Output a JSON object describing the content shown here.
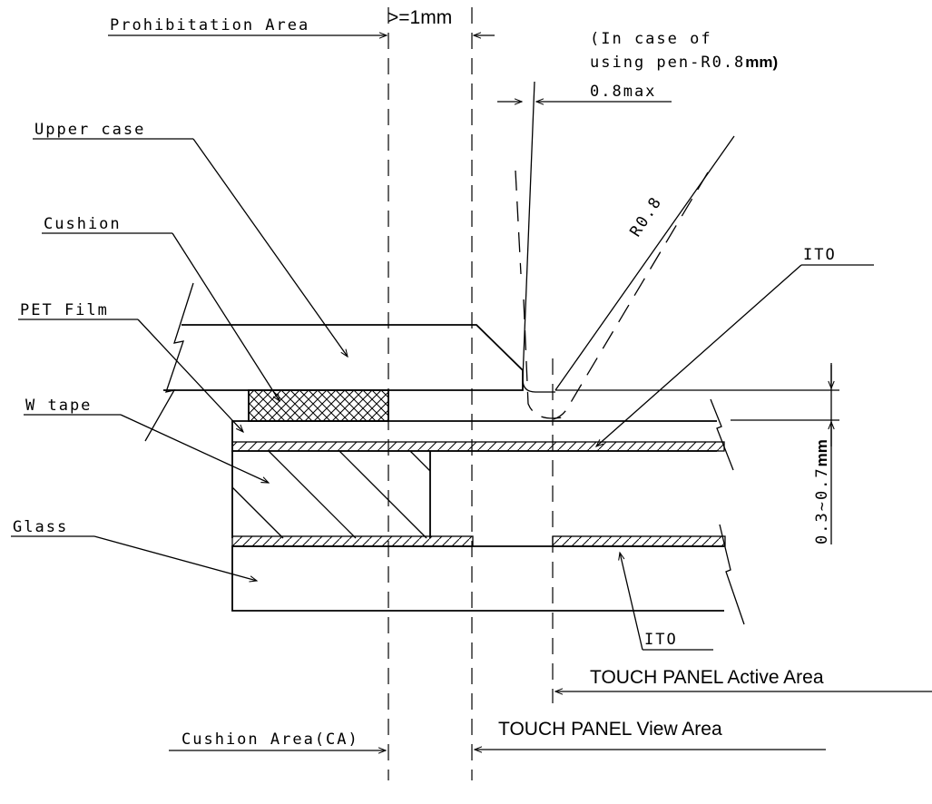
{
  "labels": {
    "prohibitation_area": "Prohibitation Area",
    "min_gap": ">=1mm",
    "pen_note_line1": "(In case of",
    "pen_note_line2": "using pen-R0.8",
    "pen_note_unit": "mm)",
    "max_offset": "0.8max",
    "radius": "R0.8",
    "upper_case": "Upper case",
    "cushion": "Cushion",
    "pet_film": "PET Film",
    "w_tape": "W tape",
    "glass": "Glass",
    "ito_top": "ITO",
    "ito_bottom": "ITO",
    "gap_range": "0.3~0.7",
    "gap_unit": "mm",
    "active_area": "TOUCH PANEL Active Area",
    "view_area": "TOUCH PANEL View Area",
    "cushion_area": "Cushion Area(CA)"
  }
}
